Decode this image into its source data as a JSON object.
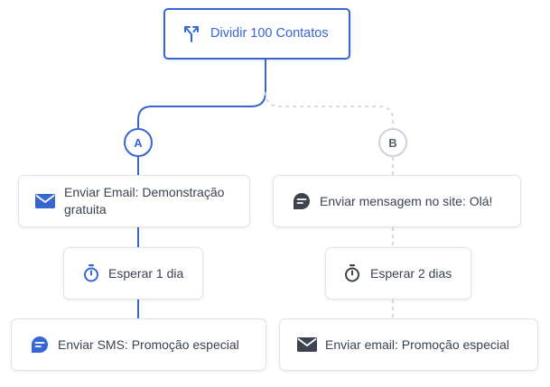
{
  "colors": {
    "accent": "#3566d4",
    "path_inactive": "#ccd2dc",
    "text": "#3a4250",
    "icon_dark": "#3d4450",
    "border": "#dfe4ec"
  },
  "root": {
    "label": "Dividir 100 Contatos",
    "icon": "split-icon"
  },
  "branches": [
    {
      "badge": "A",
      "steps": [
        {
          "icon": "email-icon",
          "label": "Enviar Email: Demonstração gratuita"
        },
        {
          "icon": "stopwatch-icon",
          "label": "Esperar 1 dia"
        },
        {
          "icon": "sms-icon",
          "label": "Enviar SMS: Promoção especial"
        }
      ]
    },
    {
      "badge": "B",
      "steps": [
        {
          "icon": "chat-icon",
          "label": "Enviar mensagem no site: Olá!"
        },
        {
          "icon": "stopwatch-icon",
          "label": "Esperar 2 dias"
        },
        {
          "icon": "email-icon",
          "label": "Enviar email: Promoção especial"
        }
      ]
    }
  ]
}
